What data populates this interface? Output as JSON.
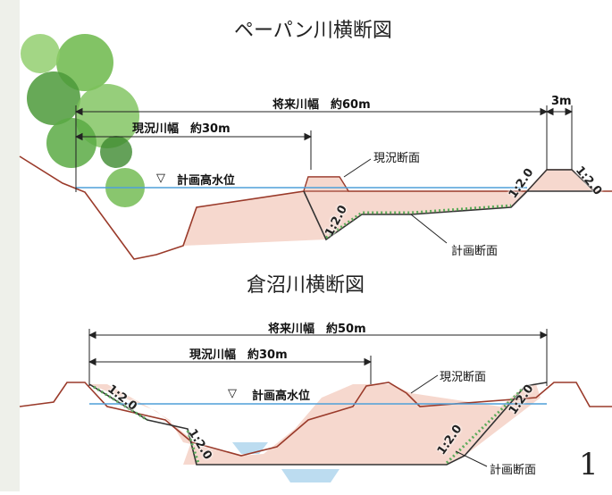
{
  "section1": {
    "title": "ペーパン川横断図",
    "future_width": "将来川幅　約60m",
    "current_width": "現況川幅　約30m",
    "levee_width": "3m",
    "hwl": "計画高水位",
    "hwl_symbol": "▽",
    "current_section": "現況断面",
    "planned_section": "計画断面",
    "slopes": [
      "1:2.0",
      "1:2.0",
      "1:2.0"
    ]
  },
  "section2": {
    "title": "倉沼川横断図",
    "future_width": "将来川幅　約50m",
    "current_width": "現況川幅　約30m",
    "hwl": "計画高水位",
    "hwl_symbol": "▽",
    "current_section": "現況断面",
    "planned_section": "計画断面",
    "slopes": [
      "1:2.0",
      "1:2.0",
      "1:2.0",
      "1:2.0"
    ]
  },
  "page_number": "1",
  "colors": {
    "water_line": "#4f9fd8",
    "cut_fill": "#f6d8ce",
    "current_line": "#9a3a2a",
    "planned_line": "#333333",
    "grass": "#5cab5a",
    "tree": "#4c9a3a"
  }
}
